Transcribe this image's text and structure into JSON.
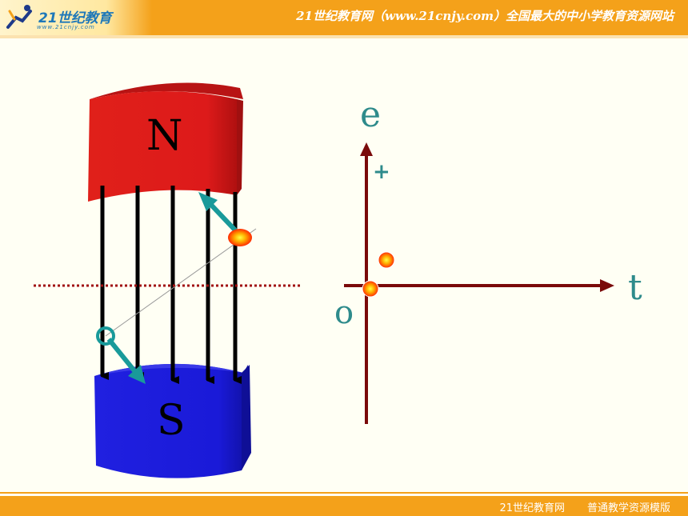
{
  "header": {
    "logo_main": "21世纪教育",
    "logo_sub": "www.21cnjy.com",
    "title": "21世纪教育网（www.21cnjy.com）全国最大的中小学教育资源网站"
  },
  "footer": {
    "brand": "21世纪教育网",
    "tagline": "普通教学资源模版"
  },
  "diagram": {
    "north_label": "N",
    "south_label": "S",
    "graph_vertical_axis": "e",
    "graph_horizontal_axis": "t",
    "graph_origin": "o",
    "graph_positive": "+"
  },
  "colors": {
    "north_pole": "#dd1a1a",
    "south_pole": "#1a1ad8",
    "axis": "#7a0a0a",
    "velocity_arrow": "#199a9a",
    "label_teal": "#2e8b8b",
    "header_orange": "#f4a11a"
  }
}
